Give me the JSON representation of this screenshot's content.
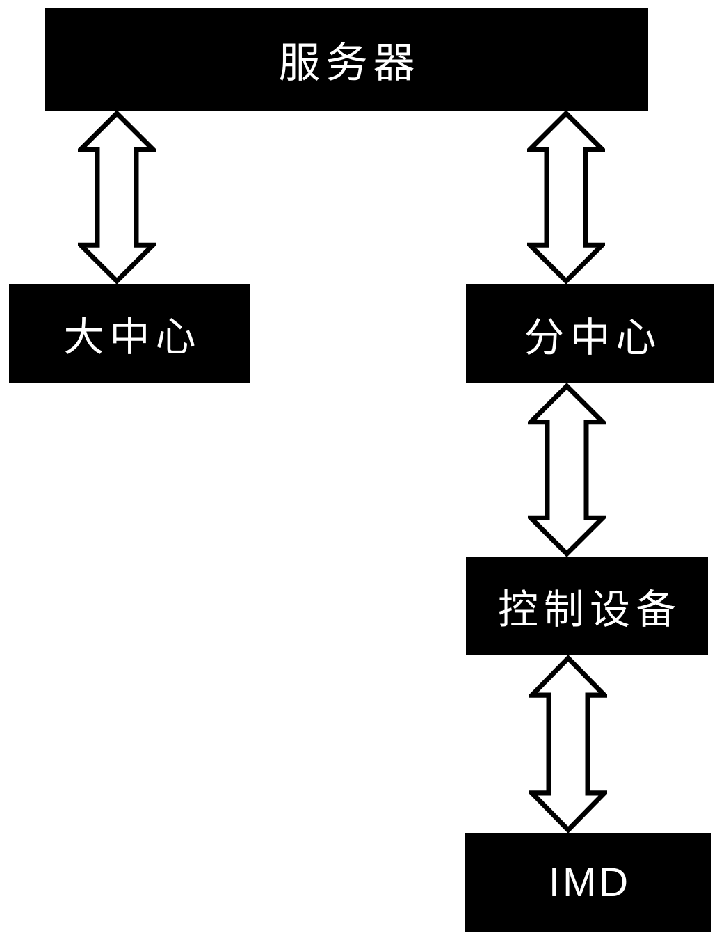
{
  "diagram": {
    "title": "server-network-hierarchy-diagram",
    "nodes": {
      "server": {
        "label": "服务器"
      },
      "big_center": {
        "label": "大中心"
      },
      "sub_center": {
        "label": "分中心"
      },
      "control_device": {
        "label": "控制设备"
      },
      "imd": {
        "label": "IMD"
      }
    },
    "connections": [
      {
        "from": "服务器",
        "to": "大中心",
        "type": "bidirectional-arrow"
      },
      {
        "from": "服务器",
        "to": "分中心",
        "type": "bidirectional-arrow"
      },
      {
        "from": "分中心",
        "to": "控制设备",
        "type": "bidirectional-arrow"
      },
      {
        "from": "控制设备",
        "to": "IMD",
        "type": "bidirectional-arrow"
      }
    ],
    "colors": {
      "background": "#ffffff",
      "node_bg": "#000000",
      "node_text": "#ffffff",
      "arrow_fill": "#ffffff",
      "arrow_stroke": "#000000"
    }
  }
}
